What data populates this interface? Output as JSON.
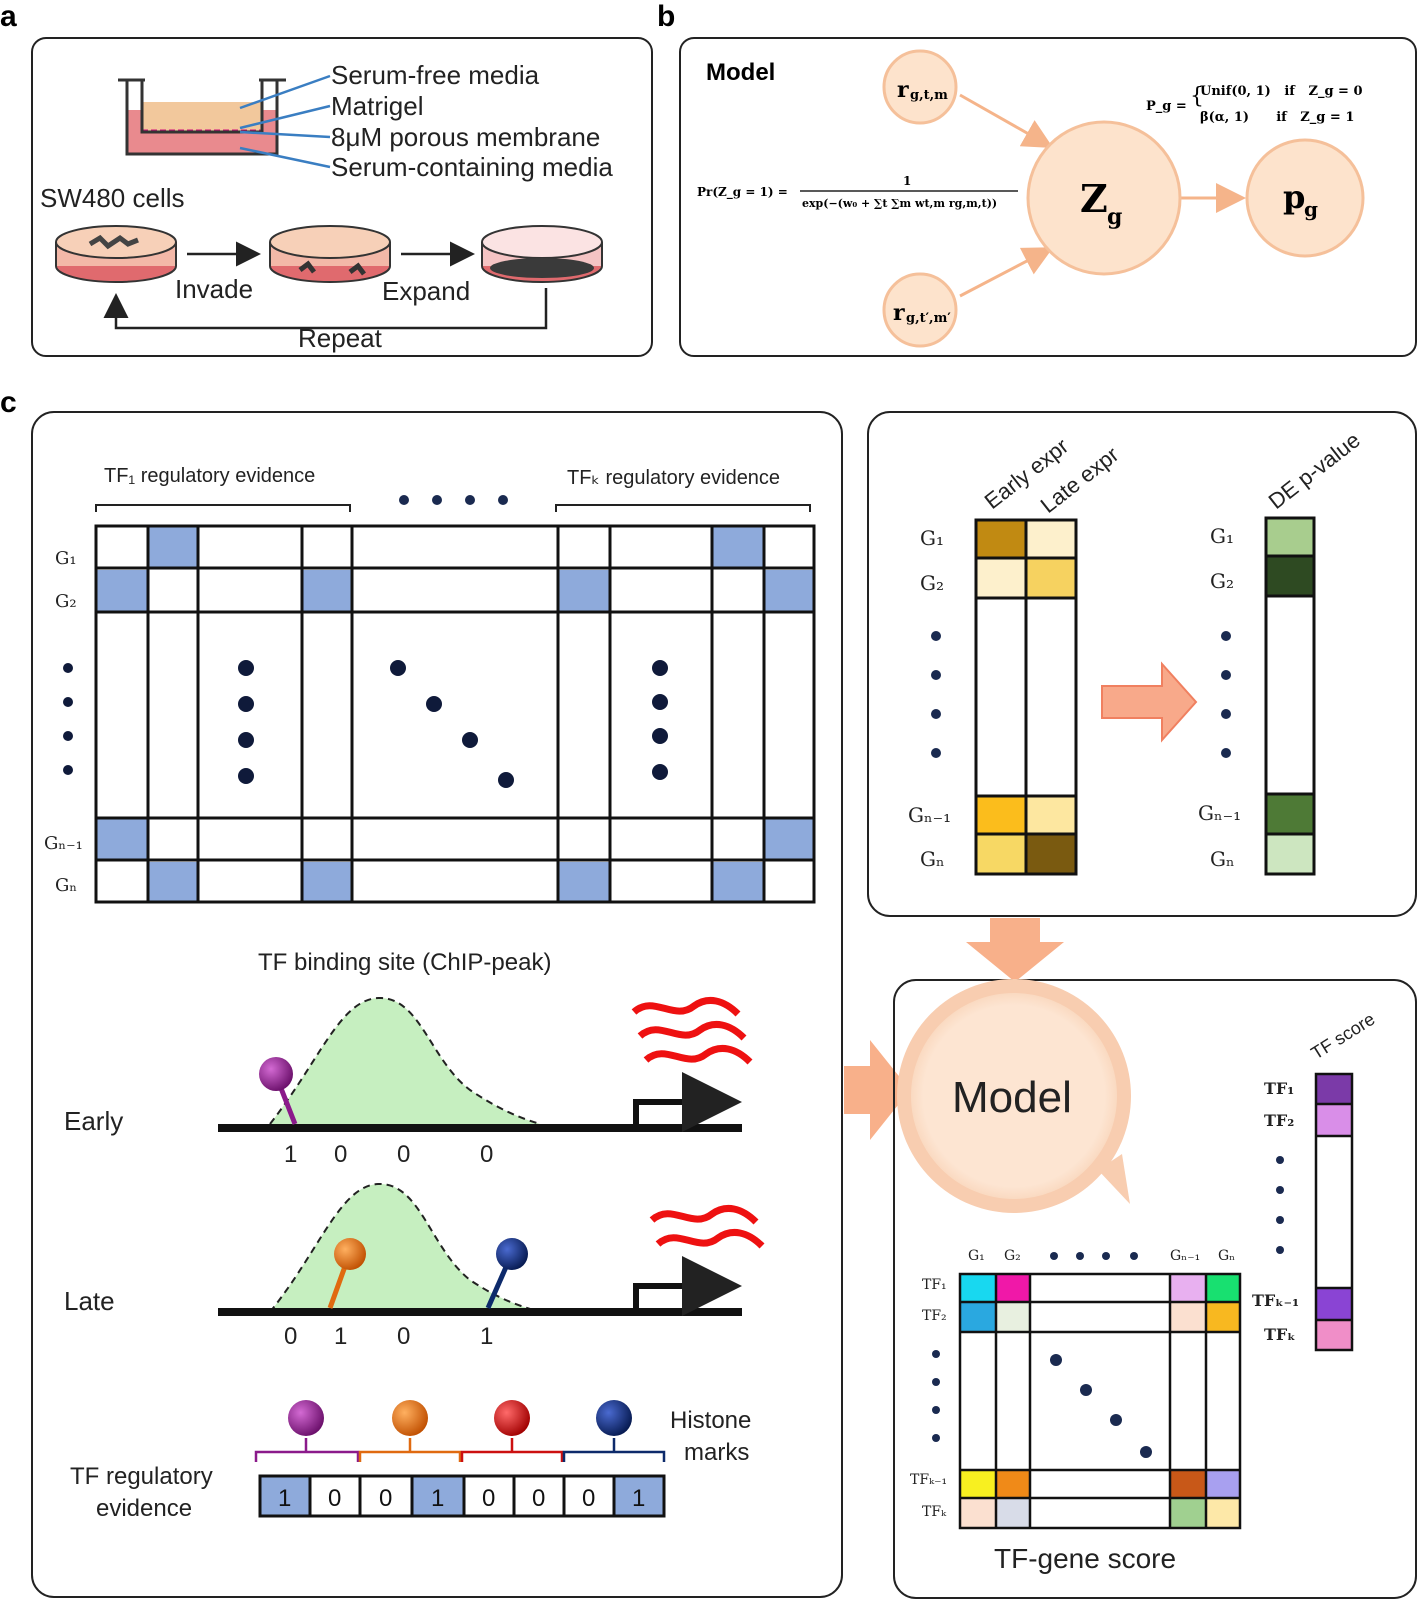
{
  "panel_a": {
    "label": "a",
    "membrane_labels": [
      "Serum-free media",
      "Matrigel",
      "8μM porous membrane",
      "Serum-containing media"
    ],
    "cells_label": "SW480 cells",
    "step_invade": "Invade",
    "step_expand": "Expand",
    "step_repeat": "Repeat"
  },
  "panel_b": {
    "label": "b",
    "title": "Model",
    "node_r1": "r",
    "node_r1_sub": "g,t,m",
    "node_r2": "r",
    "node_r2_sub": "g,t′,m′",
    "node_z": "Z",
    "node_z_sub": "g",
    "node_p": "p",
    "node_p_sub": "g",
    "prior_lhs": "Pr(Z_g = 1) =",
    "prior_num": "1",
    "prior_den": "exp(−(w₀ + ∑t ∑m wt,m rg,m,t))",
    "p_lhs": "P_g =",
    "p_case1": "Unif(0, 1)   if   Z_g = 0",
    "p_case2": "β(α, 1)      if   Z_g = 1"
  },
  "panel_c": {
    "label": "c",
    "tf1_evidence": "TF₁ regulatory evidence",
    "tfk_evidence": "TFₖ regulatory evidence",
    "gene_rows": [
      "G₁",
      "G₂",
      "Gₙ₋₁",
      "Gₙ"
    ],
    "binding_title": "TF binding site (ChIP-peak)",
    "early_label": "Early",
    "late_label": "Late",
    "early_bits": [
      "1",
      "0",
      "0",
      "0"
    ],
    "late_bits": [
      "0",
      "1",
      "0",
      "1"
    ],
    "histone_label_1": "Histone",
    "histone_label_2": "marks",
    "evidence_label_1": "TF regulatory",
    "evidence_label_2": "evidence",
    "evidence_bits": [
      "1",
      "0",
      "0",
      "1",
      "0",
      "0",
      "0",
      "1"
    ],
    "expr_col_early": "Early expr",
    "expr_col_late": "Late expr",
    "de_col": "DE p-value",
    "model_label": "Model",
    "tf_score_col": "TF score",
    "tf_rows": [
      "TF₁",
      "TF₂",
      "TFₖ₋₁",
      "TFₖ"
    ],
    "score_cols": [
      "G₁",
      "G₂",
      "Gₙ₋₁",
      "Gₙ"
    ],
    "tfgene_title": "TF-gene score"
  },
  "colors": {
    "blue_cell": "#8eaadb",
    "node_fill": "#fde3cc",
    "node_stroke": "#f5c09a",
    "arrow_orange": "#f8b08a",
    "peak_green": "#c6efc0",
    "mark_purple": "#8b1a8b",
    "mark_orange": "#e06a10",
    "mark_red": "#cc1010",
    "mark_navy": "#0d2a6b"
  }
}
